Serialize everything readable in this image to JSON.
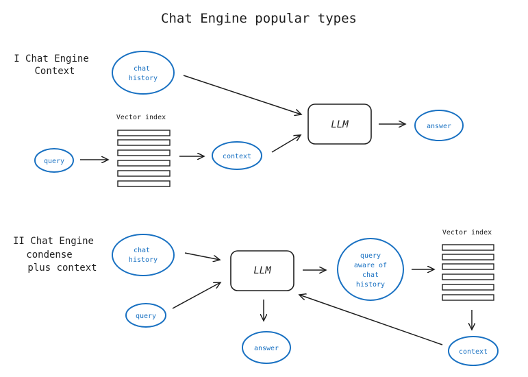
{
  "title": "Chat Engine popular types",
  "section1": {
    "label_lines": [
      "I Chat Engine",
      "Context"
    ],
    "chat_history": [
      "chat",
      "history"
    ],
    "vector_index_label": "Vector index",
    "query": "query",
    "context": "context",
    "llm": "LLM",
    "answer": "answer"
  },
  "section2": {
    "label_lines": [
      "II Chat Engine",
      "condense",
      "plus context"
    ],
    "chat_history": [
      "chat",
      "history"
    ],
    "query": "query",
    "llm": "LLM",
    "query_aware": [
      "query",
      "aware of",
      "chat",
      "history"
    ],
    "vector_index_label": "Vector index",
    "context": "context",
    "answer": "answer"
  },
  "colors": {
    "ellipse_stroke": "#1971c2",
    "ink": "#1e1e1e"
  }
}
